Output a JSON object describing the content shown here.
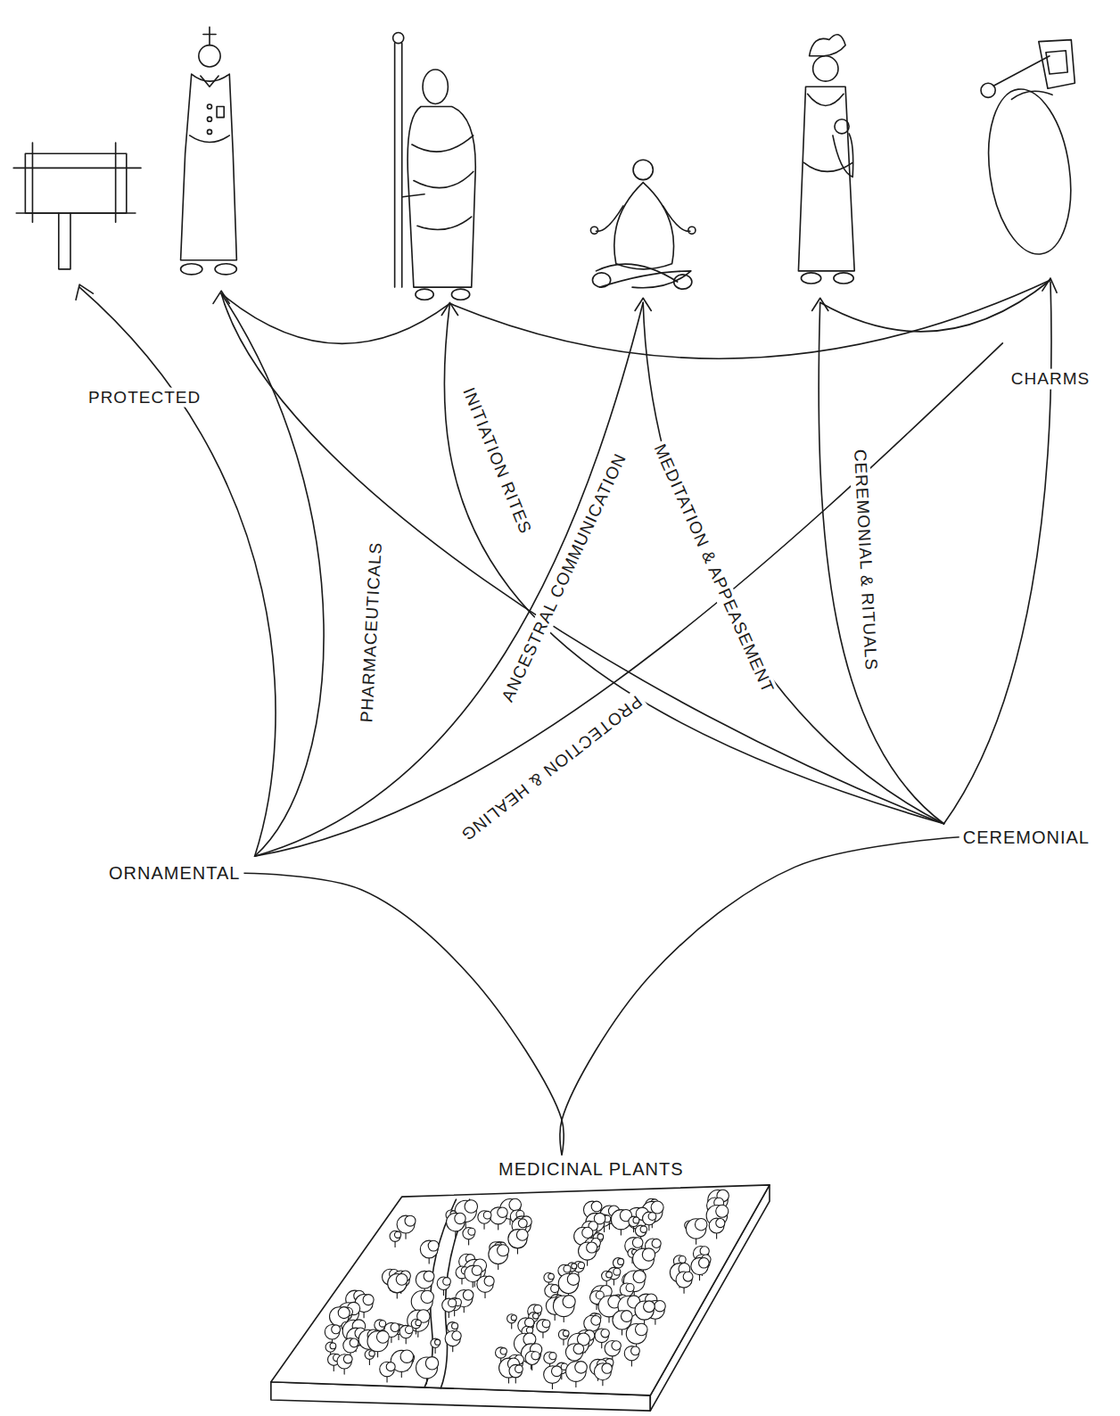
{
  "diagram": {
    "nodes": [
      {
        "text": [
          "MEDICINAL PLANTS"
        ]
      },
      {
        "text": [
          "ORNAMENTAL"
        ]
      },
      {
        "text": [
          "CEREMONIAL"
        ]
      }
    ],
    "edges": [
      {
        "from": 0,
        "to": 1,
        "arrow": "none"
      },
      {
        "from": 0,
        "to": 2,
        "arrow": "none"
      }
    ],
    "labels": [
      "PROTECTED",
      "CHARMS",
      "PHARMACEUTICALS",
      "INITIATION RITES",
      "ANCESTRAL COMMUNICATION",
      "MEDITATION & APPEASEMENT",
      "CEREMONIAL & RITUALS",
      "PROTECTION & HEALING"
    ]
  }
}
